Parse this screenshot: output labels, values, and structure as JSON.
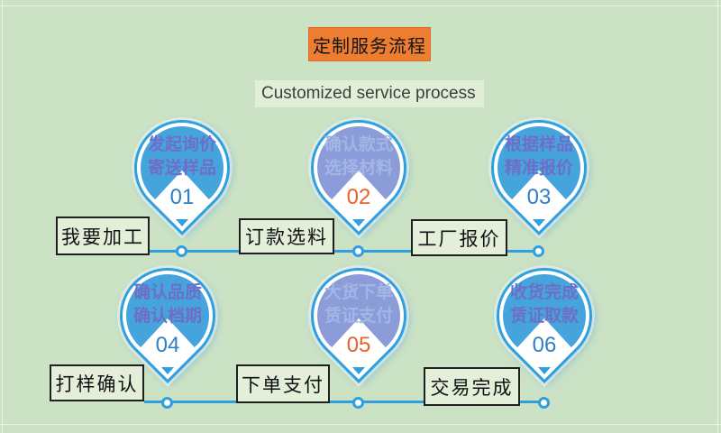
{
  "page": {
    "background": "#cbe2c5"
  },
  "header": {
    "title": "定制服务流程",
    "title_bg": "#ed7d31",
    "subtitle": "Customized service process",
    "subtitle_bg": "#e2efd8"
  },
  "steps": [
    {
      "num": "01",
      "line1": "发起询价",
      "line2": "寄送样品",
      "fill": "#46a4dc",
      "num_color": "#2e7fc6"
    },
    {
      "num": "02",
      "line1": "确认款式",
      "line2": "选择材料",
      "fill": "#8c9cd8",
      "num_color": "#e8612c"
    },
    {
      "num": "03",
      "line1": "根据样品",
      "line2": "精准报价",
      "fill": "#46a4dc",
      "num_color": "#2e7fc6"
    },
    {
      "num": "04",
      "line1": "确认品质",
      "line2": "确认档期",
      "fill": "#46a4dc",
      "num_color": "#2e7fc6"
    },
    {
      "num": "05",
      "line1": "大货下单",
      "line2": "赁证支付",
      "fill": "#8c9cd8",
      "num_color": "#e8612c"
    },
    {
      "num": "06",
      "line1": "收货完成",
      "line2": "赁证取款",
      "fill": "#46a4dc",
      "num_color": "#2e7fc6"
    }
  ],
  "flow_labels": [
    "我要加工",
    "订款选料",
    "工厂报价",
    "打样确认",
    "下单支付",
    "交易完成"
  ],
  "colors": {
    "accent_blue": "#2f9fe0",
    "balloon_blue": "#46a4dc",
    "balloon_purple": "#8c9cd8",
    "number_blue": "#2e7fc6",
    "number_orange": "#e8612c",
    "banner_orange": "#ed7d31",
    "background_green": "#cbe2c5",
    "label_box_green": "#e4efd9"
  }
}
